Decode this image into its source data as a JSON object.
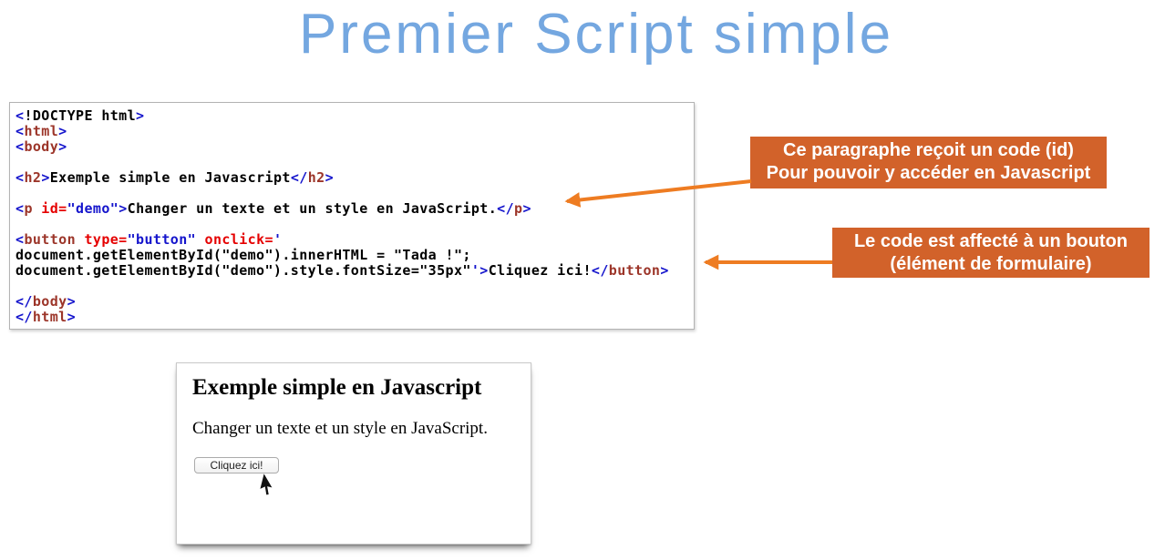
{
  "title": "Premier Script simple",
  "colors": {
    "title_text": "#74a7e0",
    "callout_bg": "#d2622a",
    "arrow": "#ee7c22",
    "code_tag": "#9c3529",
    "code_attr": "#e50000",
    "code_value": "#1414cc",
    "code_punct": "#1414cc",
    "code_text": "#000000"
  },
  "code_block": {
    "lines": [
      [
        [
          "p",
          "<"
        ],
        [
          "x",
          "!DOCTYPE html"
        ],
        [
          "p",
          ">"
        ]
      ],
      [
        [
          "p",
          "<"
        ],
        [
          "t",
          "html"
        ],
        [
          "p",
          ">"
        ]
      ],
      [
        [
          "p",
          "<"
        ],
        [
          "t",
          "body"
        ],
        [
          "p",
          ">"
        ]
      ],
      [],
      [
        [
          "p",
          "<"
        ],
        [
          "t",
          "h2"
        ],
        [
          "p",
          ">"
        ],
        [
          "x",
          "Exemple simple en Javascript"
        ],
        [
          "p",
          "</"
        ],
        [
          "t",
          "h2"
        ],
        [
          "p",
          ">"
        ]
      ],
      [],
      [
        [
          "p",
          "<"
        ],
        [
          "t",
          "p"
        ],
        [
          "a",
          " id="
        ],
        [
          "v",
          "\"demo\""
        ],
        [
          "p",
          ">"
        ],
        [
          "x",
          "Changer un texte et un style en JavaScript."
        ],
        [
          "p",
          "</"
        ],
        [
          "t",
          "p"
        ],
        [
          "p",
          ">"
        ]
      ],
      [],
      [
        [
          "p",
          "<"
        ],
        [
          "t",
          "button"
        ],
        [
          "a",
          " type="
        ],
        [
          "v",
          "\"button\""
        ],
        [
          "a",
          " onclick="
        ],
        [
          "v",
          "'"
        ]
      ],
      [
        [
          "x",
          "document.getElementById(\"demo\").innerHTML = \"Tada !\";"
        ]
      ],
      [
        [
          "x",
          "document.getElementById(\"demo\").style.fontSize=\"35px\""
        ],
        [
          "v",
          "'"
        ],
        [
          "p",
          ">"
        ],
        [
          "x",
          "Cliquez ici!"
        ],
        [
          "p",
          "</"
        ],
        [
          "t",
          "button"
        ],
        [
          "p",
          ">"
        ]
      ],
      [],
      [
        [
          "p",
          "</"
        ],
        [
          "t",
          "body"
        ],
        [
          "p",
          ">"
        ]
      ],
      [
        [
          "p",
          "</"
        ],
        [
          "t",
          "html"
        ],
        [
          "p",
          ">"
        ]
      ]
    ]
  },
  "callouts": [
    {
      "lines": [
        "Ce paragraphe reçoit un code (id)",
        "Pour pouvoir y accéder en Javascript"
      ]
    },
    {
      "lines": [
        "Le code est affecté à un bouton",
        "(élément de formulaire)"
      ]
    }
  ],
  "preview": {
    "heading": "Exemple simple en Javascript",
    "paragraph": "Changer un texte et un style en JavaScript.",
    "button_label": "Cliquez ici!",
    "cursor": "arrow-cursor-icon"
  }
}
